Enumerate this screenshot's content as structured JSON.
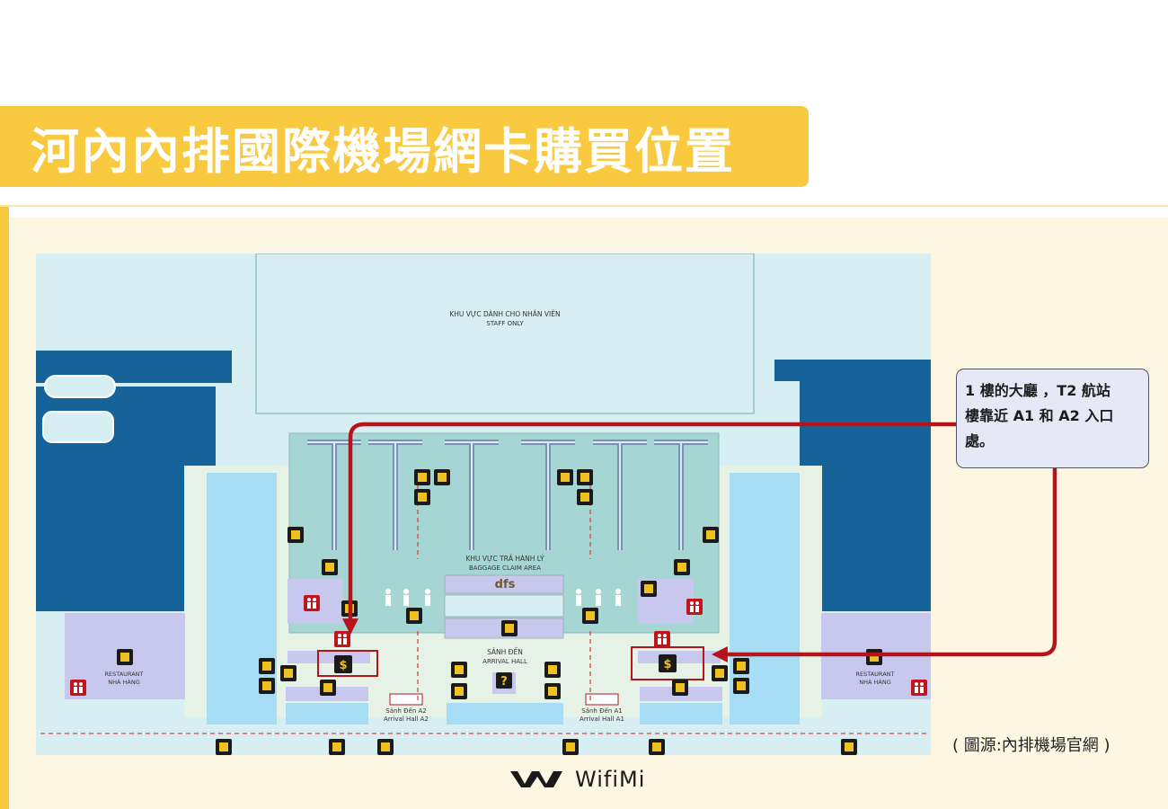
{
  "title": "河內內排國際機場網卡購買位置",
  "map": {
    "staff_area_vi": "KHU VỰC DÀNH CHO NHÂN VIÊN",
    "staff_area_en": "STAFF ONLY",
    "baggage_vi": "KHU VỰC TRẢ HÀNH LÝ",
    "baggage_en": "BAGGAGE CLAIM AREA",
    "dfs": "dfs",
    "arrival_vi": "SẢNH ĐẾN",
    "arrival_en": "ARRIVAL HALL",
    "hall_a2_vi": "Sảnh Đến A2",
    "hall_a2_en": "Arrival Hall A2",
    "hall_a1_vi": "Sảnh Đến A1",
    "hall_a1_en": "Arrival Hall A1",
    "restaurant_en": "RESTAURANT",
    "restaurant_vi": "NHÀ HÀNG",
    "info_glyph": "?",
    "sim_glyph": "$",
    "colors": {
      "dark_blue": "#156399",
      "light_blue": "#a6dcf4",
      "teal": "#a5d6d3",
      "lavender": "#c8c8ef",
      "icon_bg": "#1b1b1b",
      "icon_fg": "#f0c020",
      "route": "#b4151c"
    }
  },
  "callout": {
    "line1": "1 樓的大廳 ，T2 航站",
    "line2": "樓靠近 A1 和 A2 入口",
    "line3": "處。"
  },
  "source_note": "( 圖源:內排機場官網 )",
  "logo": {
    "text": "WifiMi"
  }
}
